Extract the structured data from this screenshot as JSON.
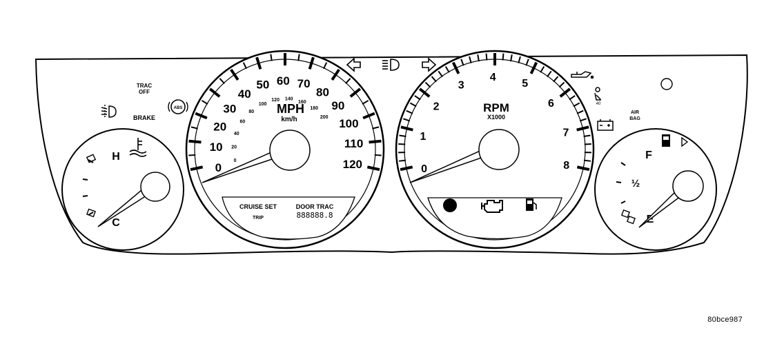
{
  "speedometer": {
    "mph_labels": [
      "0",
      "10",
      "20",
      "30",
      "40",
      "50",
      "60",
      "70",
      "80",
      "90",
      "100",
      "110",
      "120"
    ],
    "kmh_labels": [
      "0",
      "20",
      "40",
      "60",
      "80",
      "100",
      "120",
      "140",
      "160",
      "180",
      "200"
    ],
    "unit_main": "MPH",
    "unit_sub": "km/h",
    "window_left_top": "CRUISE SET",
    "window_left_bottom": "TRIP",
    "window_right_top": "DOOR TRAC",
    "window_odometer": "888888.8"
  },
  "tachometer": {
    "labels": [
      "0",
      "1",
      "2",
      "3",
      "4",
      "5",
      "6",
      "7",
      "8"
    ],
    "unit_main": "RPM",
    "unit_sub": "X1000"
  },
  "temp_gauge": {
    "hot_label": "H",
    "cold_label": "C"
  },
  "fuel_gauge": {
    "full_label": "F",
    "half_label": "½",
    "empty_label": "E"
  },
  "warnings": {
    "trac_off_line1": "TRAC",
    "trac_off_line2": "OFF",
    "brake": "BRAKE",
    "abs": "ABS",
    "airbag_line1": "AIR",
    "airbag_line2": "BAG"
  },
  "reference_code": "80bce987",
  "icons": [
    "left-turn-signal-icon",
    "headlamp-high-beam-icon",
    "right-turn-signal-icon",
    "fog-lamp-icon",
    "abs-icon",
    "coolant-temp-icon",
    "oil-pressure-icon",
    "seatbelt-icon",
    "battery-icon",
    "fuel-pump-icon",
    "check-engine-icon",
    "door-ajar-icon"
  ]
}
